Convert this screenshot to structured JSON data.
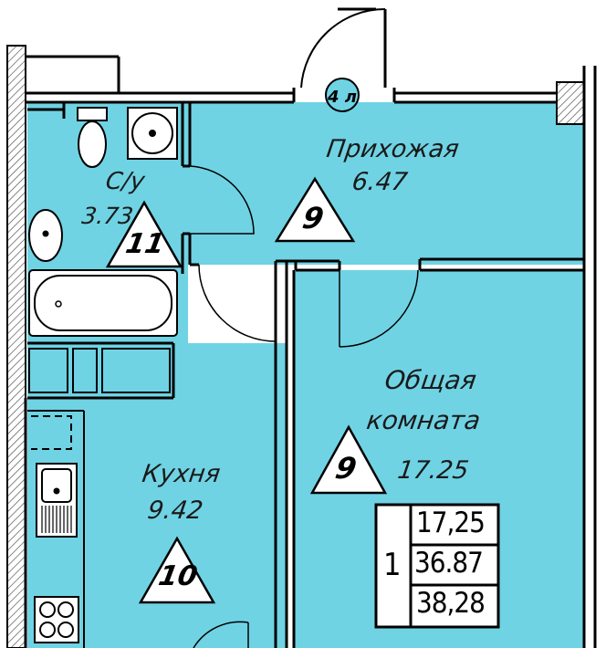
{
  "colors": {
    "room": "#6fd3e4",
    "wall": "#000000",
    "bg": "#ffffff",
    "hatch": "#555555"
  },
  "rooms": {
    "hall": {
      "name": "Прихожая",
      "area": "6.47"
    },
    "bathroom": {
      "name": "С/у",
      "area": "3.73"
    },
    "kitchen": {
      "name": "Кухня",
      "area": "9.42"
    },
    "living": {
      "name_line1": "Общая",
      "name_line2": "комната",
      "area": "17.25"
    }
  },
  "markers": {
    "hall": "9",
    "bathroom": "11",
    "kitchen": "10",
    "living": "9",
    "entrance": "4 л"
  },
  "summary": {
    "rooms_count": "1",
    "living_area": "17,25",
    "total_area": "36.87",
    "total_with_balcony": "38,28"
  },
  "icons": [
    "toilet-icon",
    "shower-tray-icon",
    "sink-icon",
    "bathtub-icon",
    "kitchen-sink-icon",
    "stove-icon"
  ]
}
